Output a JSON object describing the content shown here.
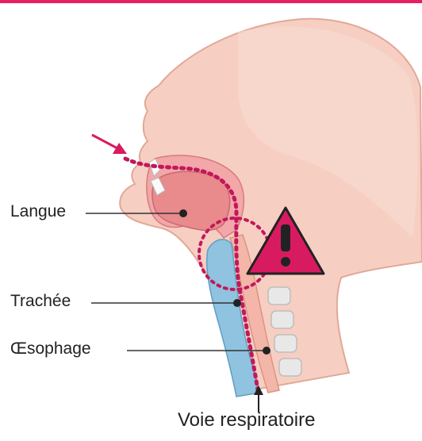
{
  "labels": {
    "tongue": "Langue",
    "trachea": "Trachée",
    "esophagus": "Œsophage",
    "airway": "Voie respiratoire"
  },
  "colors": {
    "head_skin": "#f6cfc2",
    "head_outline": "#e2a898",
    "mouth_inner": "#ec8f95",
    "tongue": "#e98a8c",
    "trachea": "#8fc3e0",
    "esophagus": "#f3b6a8",
    "airway_path": "#c2185b",
    "warning_fill": "#d81b60",
    "vertebra": "#e8e8e8",
    "top_bar": "#e91e63"
  },
  "icons": {
    "warning": "warning-triangle-icon",
    "airflow_arrow": "arrow-icon"
  }
}
